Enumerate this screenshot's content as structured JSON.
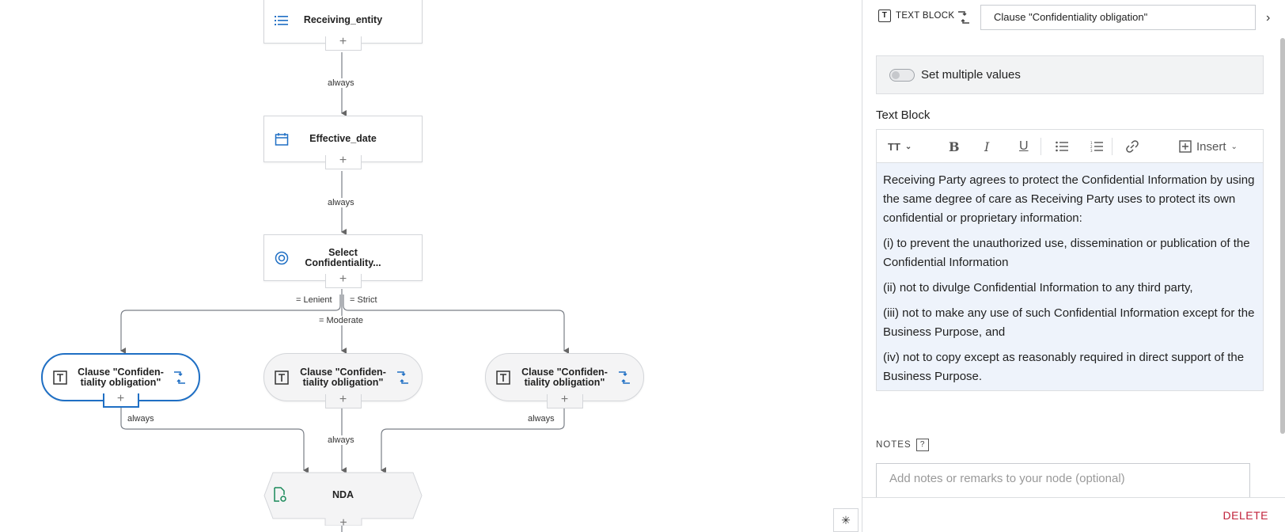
{
  "flow": {
    "nodes": [
      {
        "id": "receiving",
        "title": "Receiving_entity",
        "icon": "list-icon"
      },
      {
        "id": "effective",
        "title": "Effective_date",
        "icon": "calendar-icon"
      },
      {
        "id": "select",
        "title_line1": "Select",
        "title_line2": "Confidentiality...",
        "icon": "radio-select-icon"
      },
      {
        "id": "clause_lenient",
        "title_line1": "Clause \"Confiden-",
        "title_line2": "tiality obligation\"",
        "icon": "text-block-icon"
      },
      {
        "id": "clause_moderate",
        "title_line1": "Clause \"Confiden-",
        "title_line2": "tiality obligation\"",
        "icon": "text-block-icon"
      },
      {
        "id": "clause_strict",
        "title_line1": "Clause \"Confiden-",
        "title_line2": "tiality obligation\"",
        "icon": "text-block-icon"
      },
      {
        "id": "nda",
        "title": "NDA",
        "icon": "document-gear-icon"
      }
    ],
    "edge_labels": {
      "always": "always",
      "lenient": "= Lenient",
      "strict": "= Strict",
      "moderate": "= Moderate"
    },
    "plus": "+"
  },
  "panel": {
    "type_label": "TEXT BLOCK",
    "title_value": "Clause \"Confidentiality obligation\"",
    "multiple_values_label": "Set multiple values",
    "multiple_values_on": false,
    "text_block_label": "Text Block",
    "toolbar": {
      "heading": "TT",
      "bold": "B",
      "italic": "I",
      "underline": "U",
      "insert": "Insert"
    },
    "paragraphs": [
      "Receiving Party agrees to protect the Confidential Information by using the same degree of care as Receiving Party uses to protect its own confidential or proprietary information:",
      "(i) to prevent the unauthorized use, dissemination or publication of the Confidential Information",
      "(ii) not to divulge Confidential Information to any third party,",
      "(iii) not to make any use of such Confidential Information except for the Business Purpose, and",
      "(iv) not to copy except as reasonably required in direct support of the Business Purpose."
    ],
    "notes_label": "NOTES",
    "notes_help": "?",
    "notes_placeholder": "Add notes or remarks to your node (optional)",
    "delete_label": "DELETE"
  },
  "colors": {
    "accent": "#1f6fc4",
    "delete": "#c0213a",
    "editor_bg": "#eef3fb",
    "nda_icon": "#1a8a5a"
  }
}
